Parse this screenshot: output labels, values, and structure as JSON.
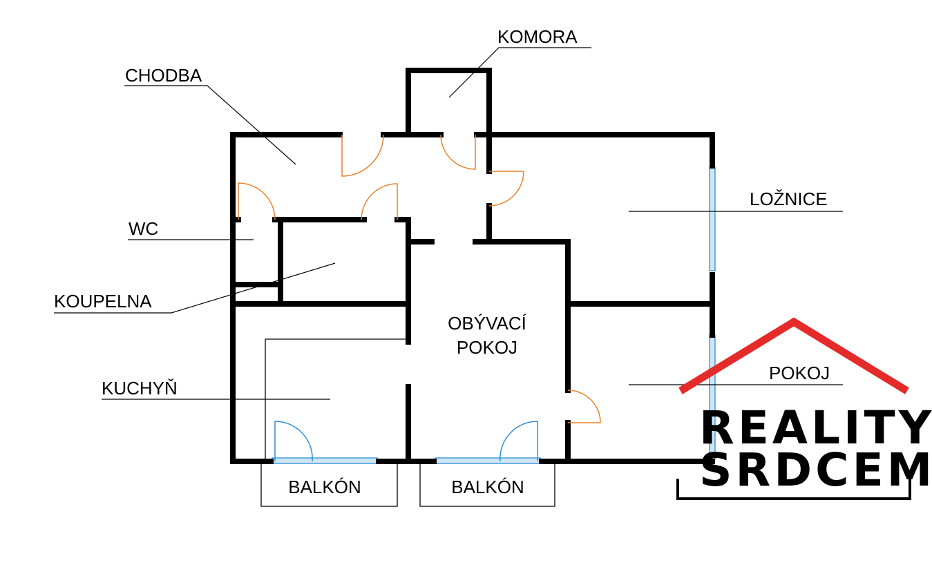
{
  "rooms": {
    "komora": "KOMORA",
    "chodba": "CHODBA",
    "loznice": "LOŽNICE",
    "wc": "WC",
    "koupelna": "KOUPELNA",
    "obyvaci_line1": "OBÝVACÍ",
    "obyvaci_line2": "POKOJ",
    "kuchyn": "KUCHYŇ",
    "pokoj": "POKOJ",
    "balkon_left": "BALKÓN",
    "balkon_right": "BALKÓN"
  },
  "logo": {
    "line1": "REALITY",
    "line2": "SRDCEM",
    "roof_color": "#e52a2a",
    "text_color": "#000000"
  },
  "colors": {
    "walls": "#000000",
    "doors": "#e8812a",
    "balcony_doors": "#2a8fd6",
    "windows": "#cfe6f5"
  }
}
